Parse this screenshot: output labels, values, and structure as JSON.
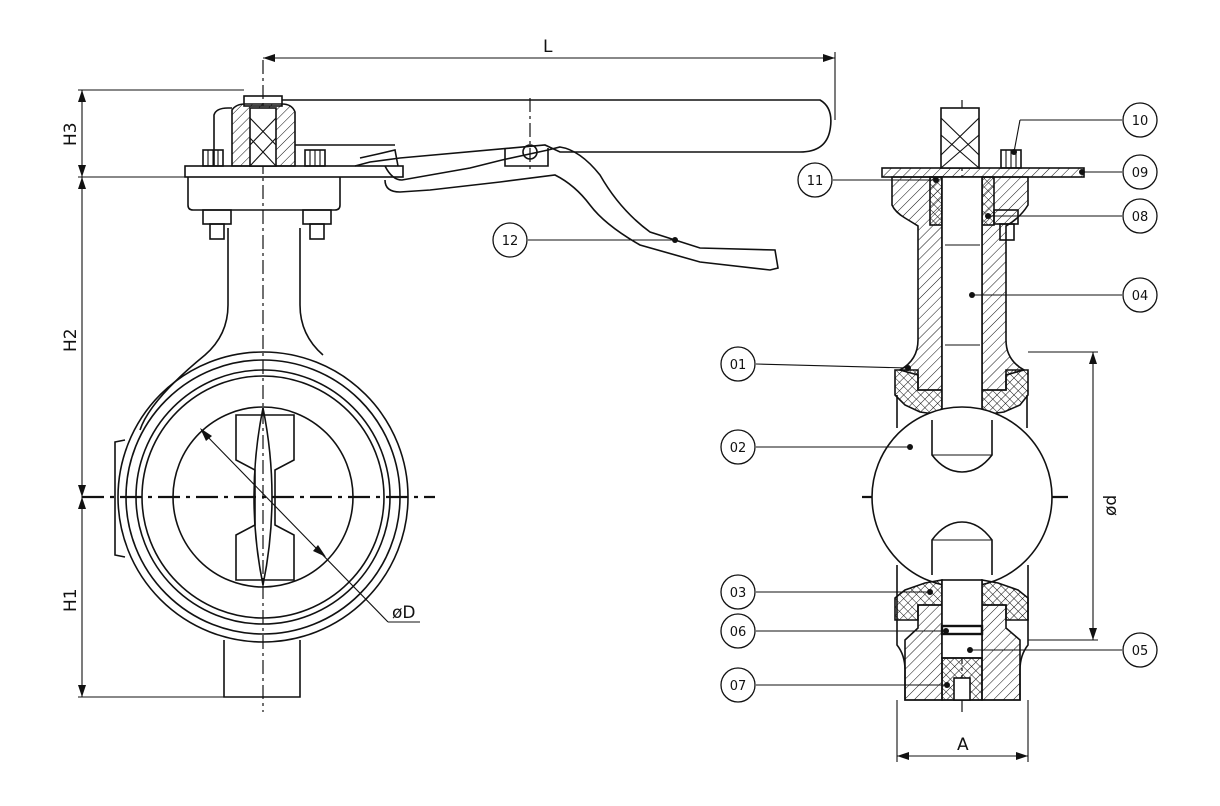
{
  "dimensions": {
    "L": "L",
    "H1": "H1",
    "H2": "H2",
    "H3": "H3",
    "phiD": "øD",
    "phid": "ød",
    "A": "A"
  },
  "parts": [
    {
      "id": "p01",
      "label": "01"
    },
    {
      "id": "p02",
      "label": "02"
    },
    {
      "id": "p03",
      "label": "03"
    },
    {
      "id": "p04",
      "label": "04"
    },
    {
      "id": "p05",
      "label": "05"
    },
    {
      "id": "p06",
      "label": "06"
    },
    {
      "id": "p07",
      "label": "07"
    },
    {
      "id": "p08",
      "label": "08"
    },
    {
      "id": "p09",
      "label": "09"
    },
    {
      "id": "p10",
      "label": "10"
    },
    {
      "id": "p11",
      "label": "11"
    },
    {
      "id": "p12",
      "label": "12"
    }
  ]
}
